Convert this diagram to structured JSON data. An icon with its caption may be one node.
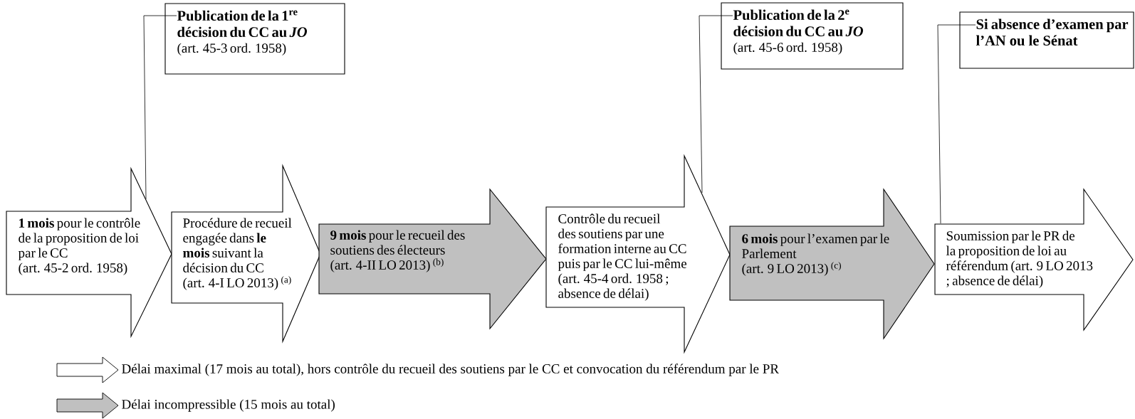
{
  "diagram": {
    "nodes": [
      {
        "text": [
          "Publication de la 1$^{re}$ décision du CC au *JO*",
          "(art. 45-3 ord. 1958)"
        ]
      },
      {
        "text": [
          "Publication de la 2$^{e}$ décision du CC au *JO*",
          "(art. 45-6 ord. 1958)"
        ]
      },
      {
        "text": [
          "Si absence d’examen par l’AN ou le Sénat"
        ]
      },
      {
        "text": [
          "**1 mois** pour le contrôle de la proposition de loi par le CC",
          "(art. 45-2 ord. 1958)"
        ]
      },
      {
        "text": [
          "Procédure de recueil engagée dans **le mois** suivant la décision du CC",
          "(art. 4-I LO 2013) $^{(a)}$"
        ]
      },
      {
        "text": [
          "**9 mois** pour le recueil des soutiens des électeurs",
          "(art. 4-II LO 2013) $^{(b)}$"
        ]
      },
      {
        "text": [
          "Contrôle du recueil des soutiens par une formation interne au CC puis par le CC lui-même",
          "(art. 45-4 ord. 1958 ; absence de délai)"
        ]
      },
      {
        "text": [
          "**6 mois** pour l’examen par le Parlement",
          "(art. 9 LO 2013) $^{(c)}$"
        ]
      },
      {
        "text": [
          "Soumission par le PR de la proposition de loi au référendum (art. 9 LO 2013 ; absence de délai)"
        ]
      }
    ],
    "edges": [
      {
        "from": 0,
        "to": 3,
        "arrow": "none"
      },
      {
        "from": 1,
        "to": 6,
        "arrow": "none"
      },
      {
        "from": 2,
        "to": 8,
        "arrow": "none"
      }
    ],
    "legend": [
      {
        "text": "Délai maximal (17 mois au total), hors contrôle du recueil des soutiens par le CC et convocation du référendum par le PR"
      },
      {
        "text": "Délai incompressible (15 mois au total)",
        "color": "#c0c0c0"
      }
    ]
  }
}
